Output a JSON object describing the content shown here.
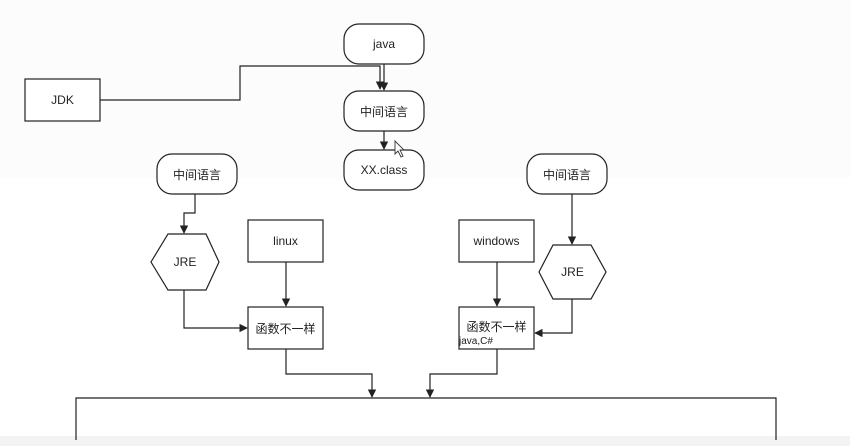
{
  "nodes": {
    "java": "java",
    "jdk": "JDK",
    "mid_top": "中间语言",
    "xxclass": "XX.class",
    "mid_left": "中间语言",
    "mid_right": "中间语言",
    "jre_left": "JRE",
    "jre_right": "JRE",
    "linux": "linux",
    "windows": "windows",
    "func_left": "函数不一样",
    "func_right": "函数不一样"
  },
  "notes": {
    "java_csharp": "java,C#"
  },
  "colors": {
    "stroke": "#222222",
    "fill": "#ffffff",
    "background": "#ffffff"
  },
  "icons": {
    "cursor": "mouse-pointer-icon"
  }
}
